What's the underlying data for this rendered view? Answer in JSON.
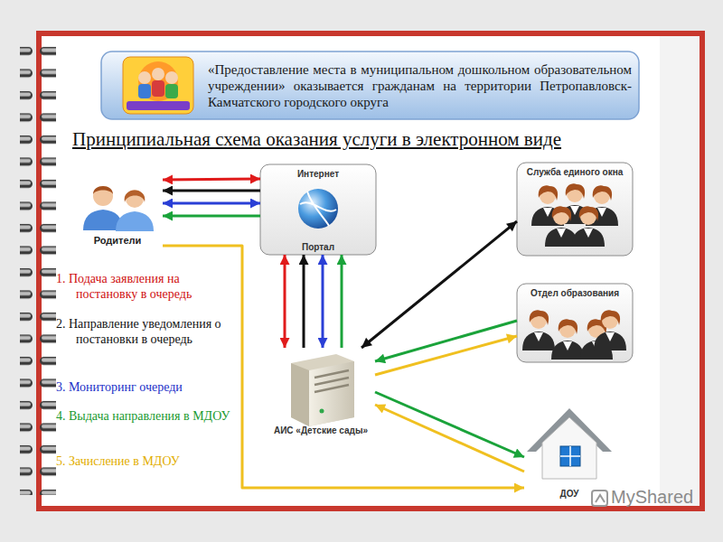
{
  "diagram": {
    "title": "Принципиальная схема оказания услуги в электронном виде",
    "nodes": [
      {
        "text": [
          "«Предоставление места в муниципальном дошкольном образовательном учреждении» оказывается гражданам на территории Петропавловск-Камчатского городского округа"
        ]
      },
      {
        "text": [
          "Родители"
        ]
      },
      {
        "text": [
          "Интернет",
          "Портал"
        ]
      },
      {
        "text": [
          "Служба единого окна"
        ]
      },
      {
        "text": [
          "Отдел образования"
        ]
      },
      {
        "text": [
          "АИС «Детские сады»"
        ]
      },
      {
        "text": [
          "ДОУ"
        ]
      }
    ],
    "edges": [
      {
        "from": 1,
        "to": 2,
        "arrow": "both"
      },
      {
        "from": 2,
        "to": 1,
        "arrow": "to"
      },
      {
        "from": 1,
        "to": 2,
        "arrow": "both"
      },
      {
        "from": 2,
        "to": 1,
        "arrow": "to"
      },
      {
        "from": 1,
        "to": 6,
        "arrow": "to"
      },
      {
        "from": 2,
        "to": 5,
        "arrow": "both"
      },
      {
        "from": 5,
        "to": 2,
        "arrow": "to"
      },
      {
        "from": 2,
        "to": 5,
        "arrow": "both"
      },
      {
        "from": 5,
        "to": 2,
        "arrow": "to"
      },
      {
        "from": 3,
        "to": 5,
        "arrow": "both"
      },
      {
        "from": 4,
        "to": 5,
        "arrow": "to"
      },
      {
        "from": 5,
        "to": 4,
        "arrow": "to"
      },
      {
        "from": 6,
        "to": 5,
        "arrow": "to"
      },
      {
        "from": 5,
        "to": 6,
        "arrow": "to"
      }
    ],
    "labels": [
      "1. Подача заявления на постановку в очередь",
      "2. Направление уведомления о постановки в очередь",
      "3. Мониторинг очереди",
      "4. Выдача направления в МДОУ",
      "5. Зачисление в МДОУ",
      "MyShared"
    ]
  }
}
